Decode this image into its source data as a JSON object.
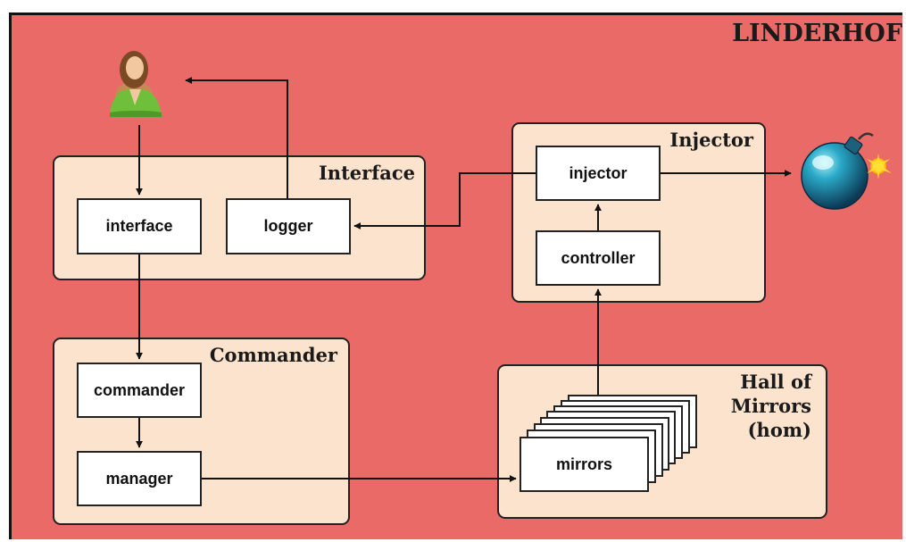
{
  "diagram": {
    "title": "LINDERHOF",
    "panels": {
      "interface": "Interface",
      "injector": "Injector",
      "commander": "Commander",
      "hall_of_mirrors": [
        "Hall of",
        "Mirrors",
        "(hom)"
      ]
    },
    "nodes": {
      "interface": "interface",
      "logger": "logger",
      "injector": "injector",
      "controller": "controller",
      "commander": "commander",
      "manager": "manager",
      "mirrors": "mirrors"
    },
    "icons": {
      "user": "user-icon",
      "bomb": "bomb-icon"
    },
    "colors": {
      "background": "#e96a66",
      "panel": "#fbe3cd",
      "node": "#ffffff",
      "stroke": "#222222"
    }
  }
}
